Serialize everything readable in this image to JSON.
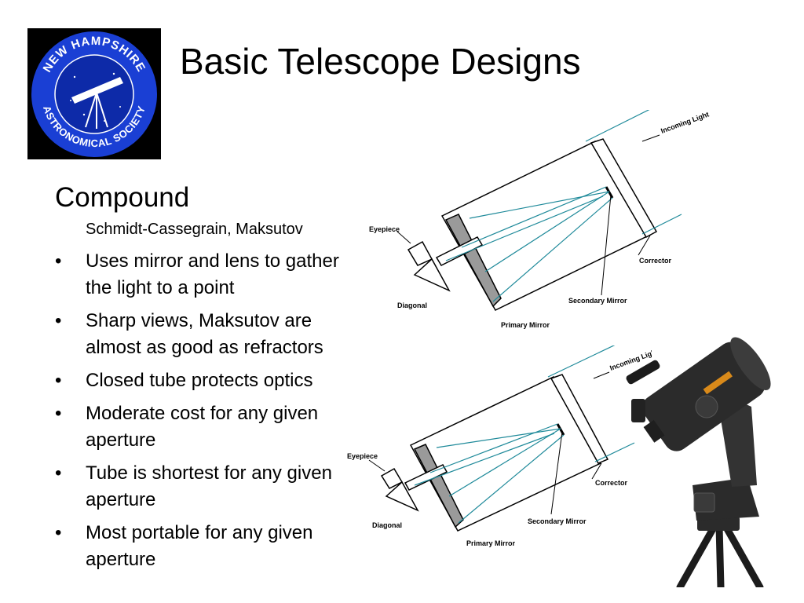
{
  "slide": {
    "title": "Basic Telescope Designs",
    "heading": "Compound",
    "subheading": "Schmidt-Cassegrain, Maksutov",
    "bullets": [
      "Uses mirror and lens to gather the light to a point",
      "Sharp views, Maksutov are almost as good as refractors",
      "Closed tube protects optics",
      "Moderate cost for any given aperture",
      "Tube is shortest for any given aperture",
      "Most portable for any given aperture"
    ],
    "bullet_glyph": "•"
  },
  "logo": {
    "text_top": "NEW HAMPSHIRE",
    "text_bottom": "ASTRONOMICAL SOCIETY",
    "ring_color": "#1a3fd4",
    "background_color": "#000000"
  },
  "diagram_top": {
    "incoming_light": "Incoming Light",
    "eyepiece": "Eyepiece",
    "diagonal": "Diagonal",
    "corrector": "Corrector",
    "secondary_mirror": "Secondary Mirror",
    "primary_mirror": "Primary Mirror"
  },
  "diagram_bottom": {
    "incoming_light": "Incoming Light",
    "eyepiece": "Eyepiece",
    "diagonal": "Diagonal",
    "corrector": "Corrector",
    "secondary_mirror": "Secondary Mirror",
    "primary_mirror": "Primary Mirror"
  },
  "colors": {
    "light_ray": "#1f8a9a",
    "primary_mirror_fill": "#9a9a9a",
    "telescope_body": "#2b2b2b",
    "telescope_accent": "#d98a1a"
  }
}
